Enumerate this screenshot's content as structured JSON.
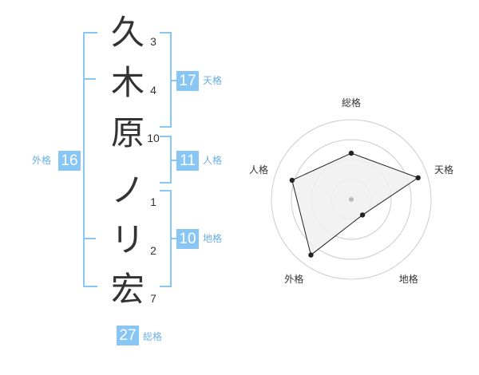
{
  "name": {
    "characters": [
      {
        "char": "久",
        "strokes": "3"
      },
      {
        "char": "木",
        "strokes": "4"
      },
      {
        "char": "原",
        "strokes": "10"
      },
      {
        "char": "ノ",
        "strokes": "1"
      },
      {
        "char": "リ",
        "strokes": "2"
      },
      {
        "char": "宏",
        "strokes": "7"
      }
    ]
  },
  "fortunes": {
    "tenkaku": {
      "value": "17",
      "label": "天格"
    },
    "jinkaku": {
      "value": "11",
      "label": "人格"
    },
    "chikaku": {
      "value": "10",
      "label": "地格"
    },
    "gaikaku": {
      "value": "16",
      "label": "外格"
    },
    "soukaku": {
      "value": "27",
      "label": "総格"
    }
  },
  "chart_data": {
    "type": "radar",
    "axes": [
      "総格",
      "天格",
      "地格",
      "外格",
      "人格"
    ],
    "values": [
      0.58,
      0.88,
      0.24,
      0.86,
      0.78
    ],
    "range": [
      0,
      1
    ],
    "rings": 4,
    "colors": {
      "fill": "#f0f0f0",
      "line": "#222222",
      "ring": "#cccccc",
      "center": "#bbbbbb"
    }
  },
  "colors": {
    "accent": "#87c6f5",
    "accent_text": "#6aaee3"
  }
}
